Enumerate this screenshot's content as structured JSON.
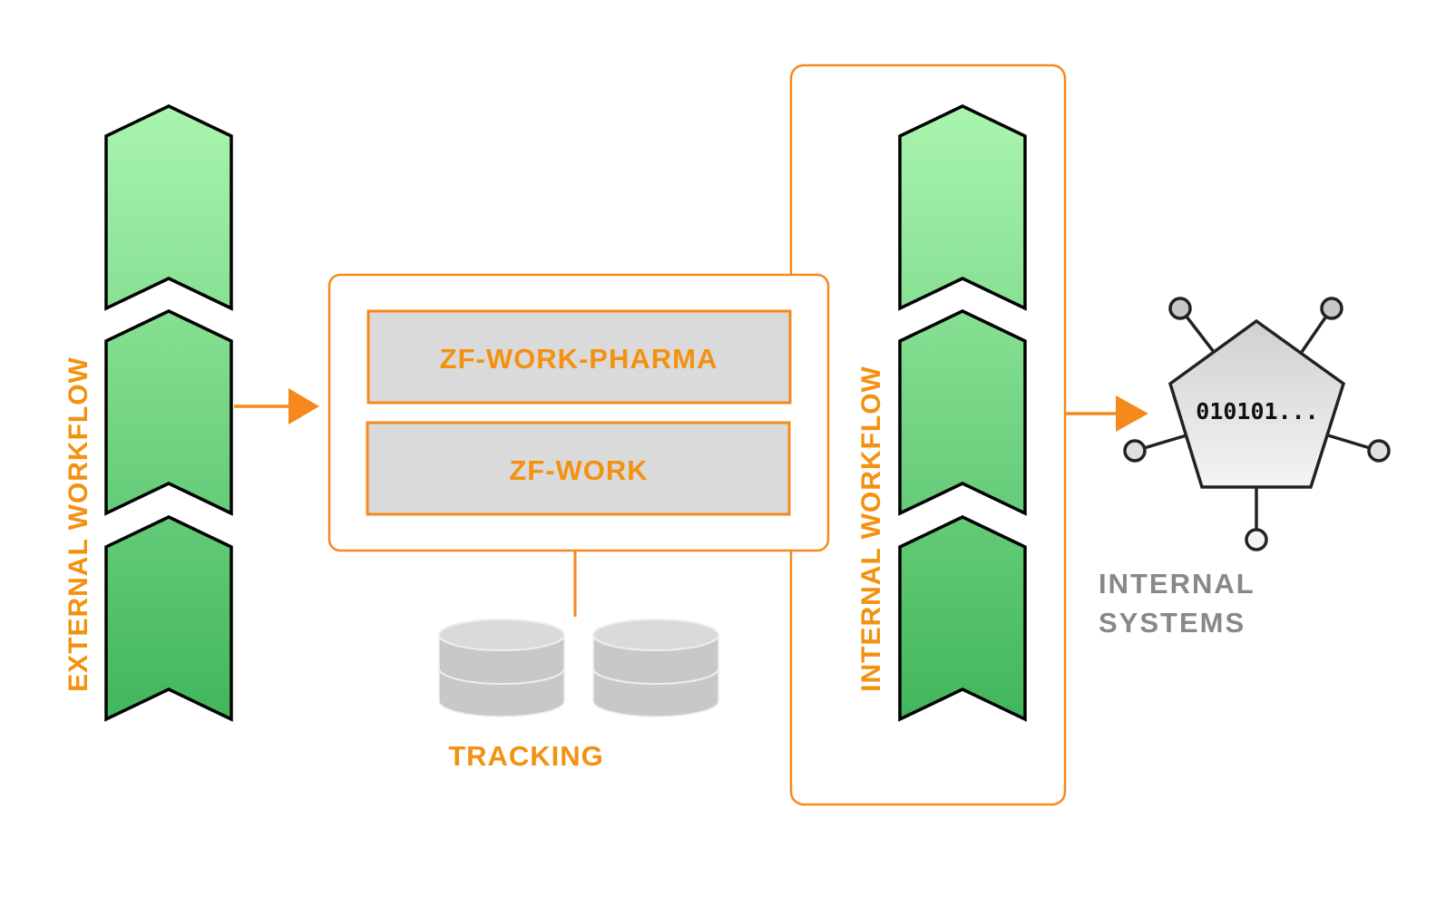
{
  "diagram": {
    "external_workflow": {
      "label": "EXTERNAL WORKFLOW",
      "steps": 3
    },
    "center_box": {
      "modules": [
        {
          "label": "ZF-WORK-PHARMA"
        },
        {
          "label": "ZF-WORK"
        }
      ]
    },
    "tracking": {
      "label": "TRACKING",
      "databases": 2
    },
    "internal_workflow": {
      "label": "INTERNAL WORKFLOW",
      "steps": 3
    },
    "internal_systems": {
      "label_line1": "INTERNAL",
      "label_line2": "SYSTEMS",
      "node_text": "010101..."
    },
    "colors": {
      "accent": "#f5891b",
      "label_orange": "#f39110",
      "chevron_top": "#aaf5ae",
      "chevron_bottom": "#41b65c",
      "module_fill": "#dadada",
      "database_fill": "#c8c8c8",
      "gray_label": "#888888"
    },
    "connections": [
      {
        "from": "external_workflow",
        "to": "center_box",
        "type": "arrow"
      },
      {
        "from": "center_box",
        "to": "tracking",
        "type": "line"
      },
      {
        "from": "internal_workflow",
        "to": "internal_systems",
        "type": "arrow"
      }
    ]
  }
}
